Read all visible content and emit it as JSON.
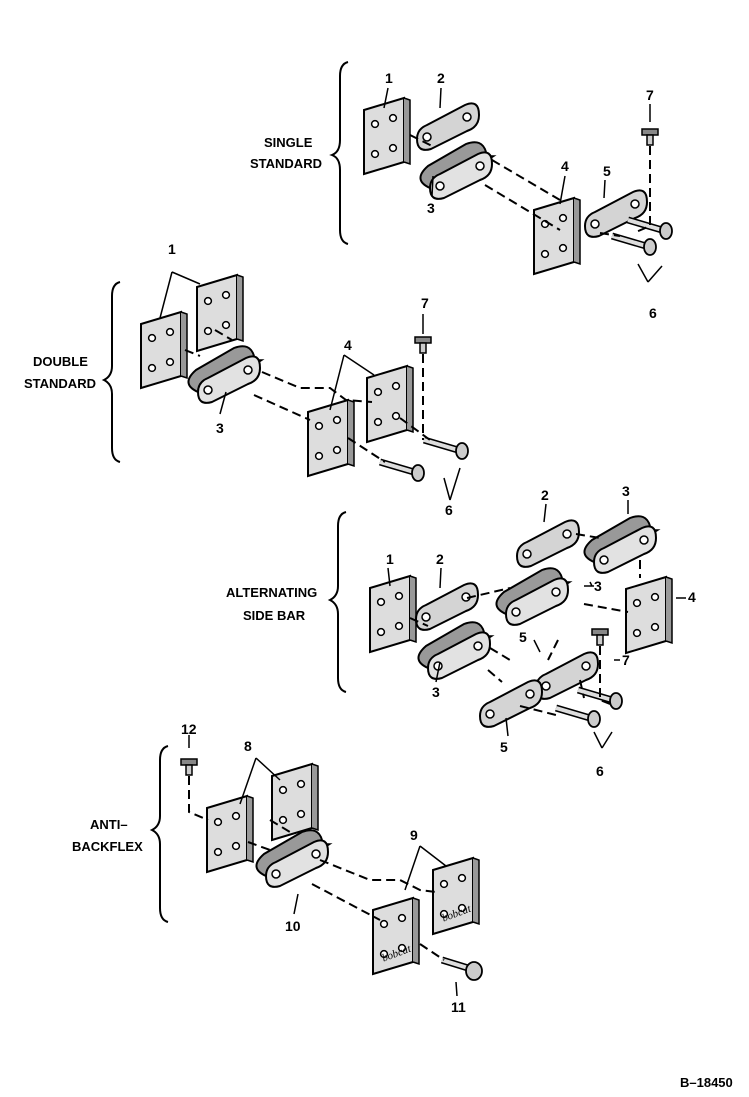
{
  "figure_id": "B–18450",
  "groups": [
    {
      "key": "single",
      "label_lines": [
        "SINGLE",
        "STANDARD"
      ]
    },
    {
      "key": "double",
      "label_lines": [
        "DOUBLE",
        "STANDARD"
      ]
    },
    {
      "key": "alternating",
      "label_lines": [
        "ALTERNATING",
        "SIDE BAR"
      ]
    },
    {
      "key": "anti",
      "label_lines": [
        "ANTI–",
        "BACKFLEX"
      ]
    }
  ],
  "callouts": {
    "single": [
      "1",
      "2",
      "3",
      "4",
      "5",
      "6",
      "7"
    ],
    "double": [
      "1",
      "3",
      "4",
      "6",
      "7"
    ],
    "alternating": [
      "1",
      "2",
      "3",
      "2",
      "3",
      "3",
      "4",
      "5",
      "5",
      "6",
      "7"
    ],
    "anti": [
      "12",
      "8",
      "9",
      "10",
      "11"
    ]
  },
  "plate_stamp": "bobcat"
}
